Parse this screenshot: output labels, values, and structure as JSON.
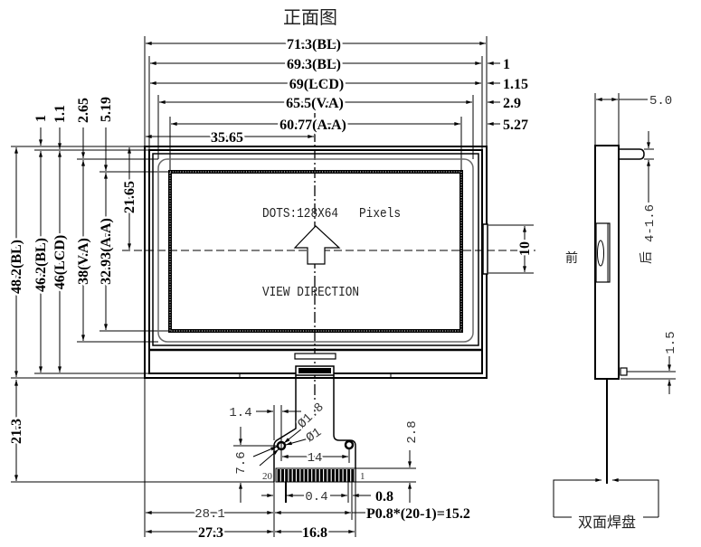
{
  "title": "正面图",
  "front_view": {
    "width_dims": [
      "71.3(BL)",
      "69.3(BL)",
      "69(LCD)",
      "65.5(V.A)",
      "60.77(A.A)"
    ],
    "center_x_dim": "35.65",
    "right_margins": [
      "1",
      "1.15",
      "2.9",
      "5.27"
    ],
    "height_dims": [
      "48.2(BL)",
      "46.2(BL)",
      "46(LCD)",
      "38(V.A)",
      "32.93(A.A)"
    ],
    "top_margins": [
      "1",
      "1.1",
      "2.65",
      "5.19"
    ],
    "center_y_dim": "21.65",
    "tab_dim": "10",
    "fpc_drop_dim": "21.3",
    "display": {
      "dots": "DOTS:128X64",
      "pixels": "Pixels",
      "view_direction": "VIEW DIRECTION"
    }
  },
  "fpc": {
    "edge_to_hole": "1.4",
    "hole_outer": "Ø1.8",
    "hole_inner": "Ø1",
    "hole_pitch": "14",
    "hole_height": "7.6",
    "pad_length": "2.8",
    "pin_left": "20",
    "pin_right": "1",
    "pad_width": "0.4",
    "pad_pitch": "0.8",
    "pitch_formula": "P0.8*(20-1)=15.2",
    "offset_28_1": "28.1",
    "offset_27_3": "27.3",
    "fpc_width": "16.8"
  },
  "side_view": {
    "thickness": "5.0",
    "pin_dim": "4-1.6",
    "back_label": "后",
    "front_label": "前",
    "fpc_dim": "1.5",
    "pad_note": "双面焊盘"
  }
}
